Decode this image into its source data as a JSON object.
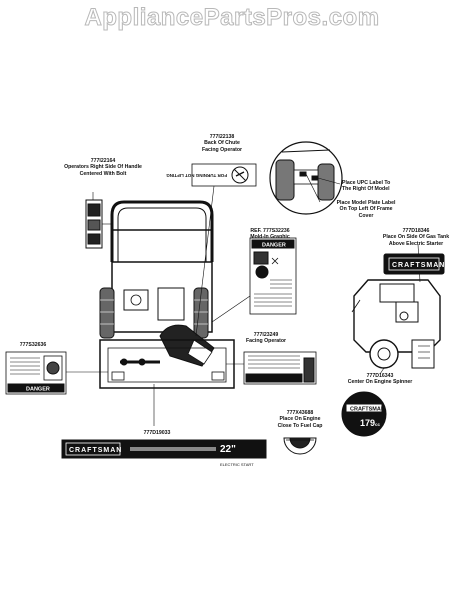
{
  "watermark": "AppliancePartsPros.com",
  "callouts": {
    "c22138": {
      "num": "777I22138",
      "l1": "Back Of Chute",
      "l2": "Facing Operator"
    },
    "c22164": {
      "num": "777I22164",
      "l1": "Operators Right Side Of Handle",
      "l2": "Centered With Bolt"
    },
    "upc": {
      "l1": "Place UPC Label To",
      "l2": "The Right Of Model"
    },
    "plate": {
      "l1": "Place Model Plate Label",
      "l2": "On Top Left Of Frame",
      "l3": "Cover"
    },
    "c32236": {
      "num": "REF. 777S32236",
      "l1": "Mold-In Graphic"
    },
    "c18346": {
      "num": "777D18346",
      "l1": "Place On Side Of Gas Tank",
      "l2": "Above Electric Starter"
    },
    "c23249": {
      "num": "777I23249",
      "l1": "Facing Operator"
    },
    "c32636": {
      "num": "777S32636"
    },
    "c16343": {
      "num": "777D16343",
      "l1": "Center On Engine Spinner"
    },
    "c43688": {
      "num": "777X43688",
      "l1": "Place On Engine",
      "l2": "Close To Fuel Cap"
    },
    "c19033": {
      "num": "777D19033"
    }
  },
  "decals": {
    "brand": "CRAFTSMAN",
    "danger": "DANGER",
    "chute_text": "FOR TURNING NOT LIFTING",
    "size": "22\"",
    "electric_start": "ELECTRIC START",
    "spinner_cc": "179",
    "spinner_unit": "cc"
  }
}
